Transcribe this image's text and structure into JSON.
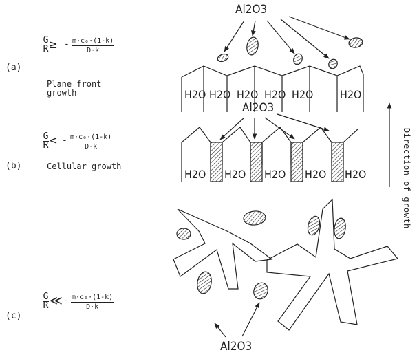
{
  "panels": [
    {
      "label": "(a)",
      "lhs_num": "G",
      "lhs_den": "R",
      "relation": "≥",
      "minus": "-",
      "rhs_num": "m·c₀·(1-k)",
      "rhs_den": "D·k",
      "description": "Plane front\ngrowth",
      "oxide_label": "Al2O3",
      "cell_labels": [
        "H2O",
        "H2O",
        "H2O",
        "H2O",
        "H2O",
        "H2O"
      ]
    },
    {
      "label": "(b)",
      "lhs_num": "G",
      "lhs_den": "R",
      "relation": "<",
      "minus": "-",
      "rhs_num": "m·c₀·(1-k)",
      "rhs_den": "D·k",
      "description": "Cellular growth",
      "oxide_label": "Al2O3",
      "cell_labels": [
        "H2O",
        "H2O",
        "H2O",
        "H2O",
        "H2O"
      ]
    },
    {
      "label": "(c)",
      "lhs_num": "G",
      "lhs_den": "R",
      "relation": "≪",
      "minus": "-",
      "rhs_num": "m·c₀·(1-k)",
      "rhs_den": "D·k",
      "description": "",
      "oxide_label": "Al2O3"
    }
  ],
  "side_label": "Direction   of   growth",
  "colors": {
    "ink": "#222222",
    "background": "#ffffff"
  }
}
